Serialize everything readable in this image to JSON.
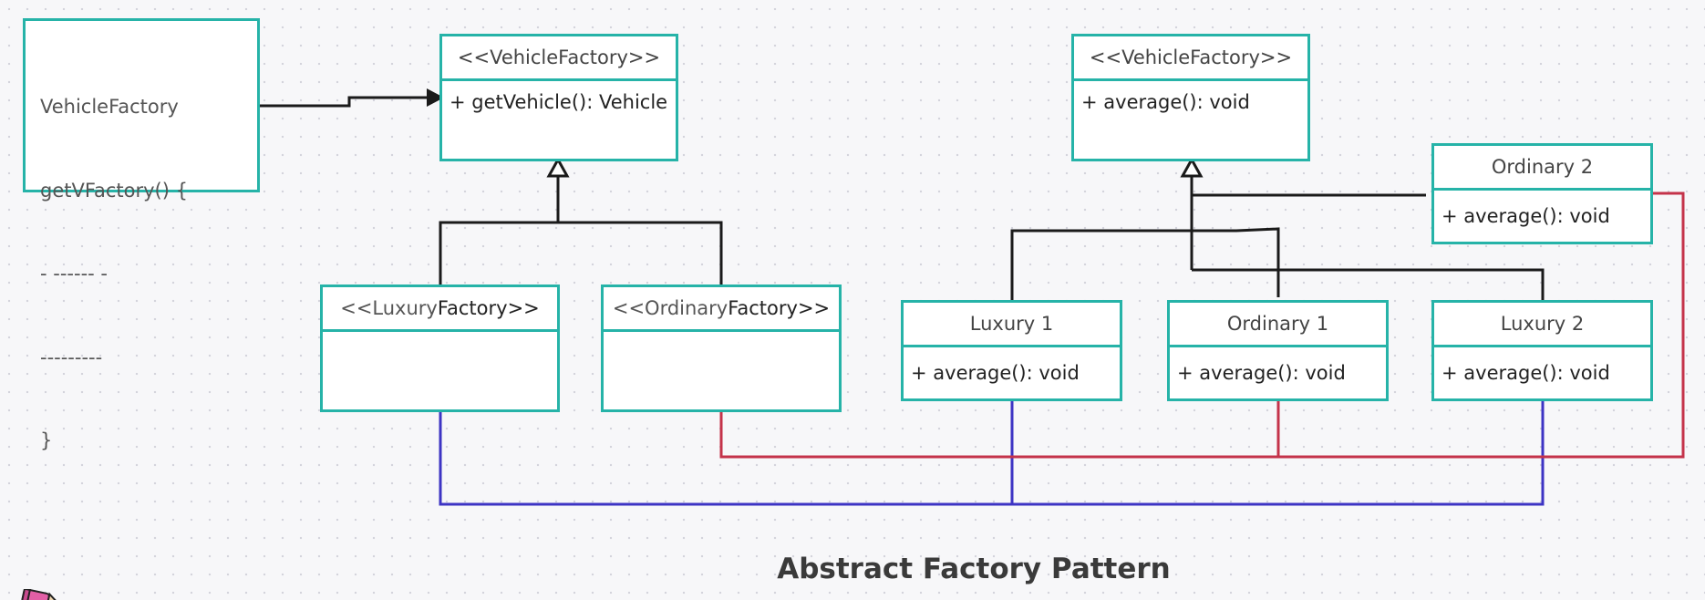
{
  "note": {
    "lines": [
      "VehicleFactory",
      "getVFactory() {",
      "- ------ -",
      "---------",
      "}"
    ]
  },
  "classes": {
    "vehicle_factory_left": {
      "title": "<<VehicleFactory>>",
      "member": "+ getVehicle(): Vehicle"
    },
    "vehicle_factory_right": {
      "title": "<<VehicleFactory>>",
      "member": "+ average(): void"
    },
    "luxury_factory": {
      "title_prefix": "<<Luxury",
      "title_suffix": "Factory>>",
      "member": ""
    },
    "ordinary_factory": {
      "title_prefix": "<<Ordinary",
      "title_suffix": "Factory>>",
      "member": ""
    },
    "luxury1": {
      "title": "Luxury 1",
      "member": "+ average(): void"
    },
    "ordinary1": {
      "title": "Ordinary 1",
      "member": "+ average(): void"
    },
    "luxury2": {
      "title": "Luxury 2",
      "member": "+ average(): void"
    },
    "ordinary2": {
      "title": "Ordinary 2",
      "member": "+ average(): void"
    }
  },
  "diagram_title": "Abstract Factory Pattern",
  "colors": {
    "box_border": "#26b3a8",
    "inheritance_line": "#1a1a1a",
    "luxury_line": "#3d34c4",
    "ordinary_line": "#c4334a"
  },
  "icons": {
    "corner_tool": "pencil-icon"
  }
}
